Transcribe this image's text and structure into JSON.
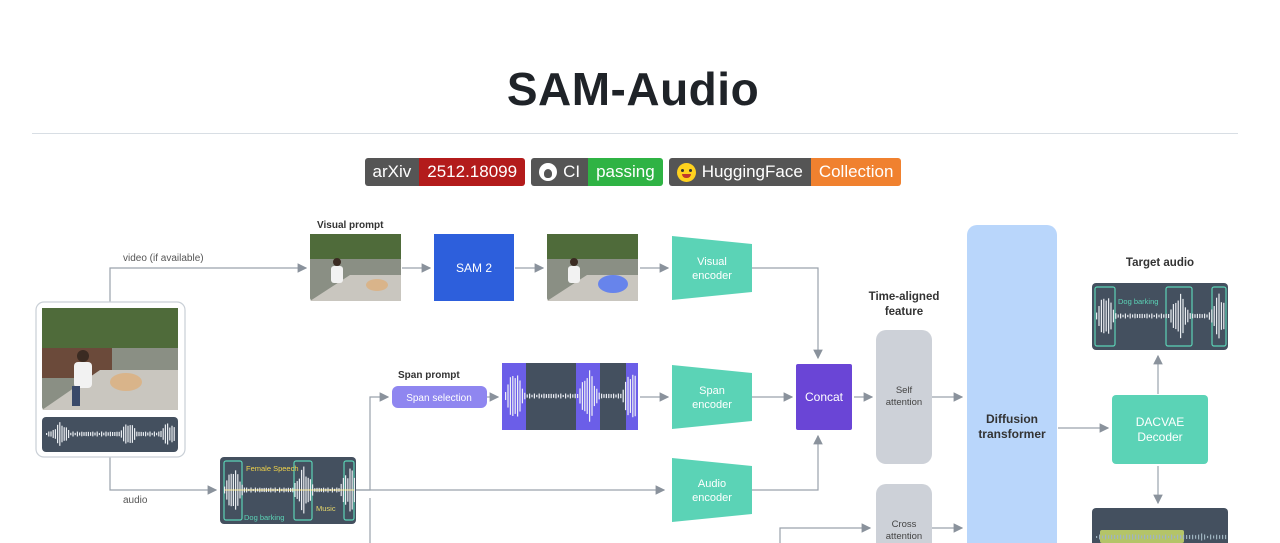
{
  "page": {
    "title": "SAM-Audio"
  },
  "badges": {
    "arxiv": {
      "label": "arXiv",
      "value": "2512.18099"
    },
    "ci": {
      "label": "CI",
      "value": "passing"
    },
    "hf": {
      "label": "HuggingFace",
      "value": "Collection"
    }
  },
  "diagram": {
    "visual_prompt": "Visual prompt",
    "video_label": "video (if available)",
    "sam2": "SAM 2",
    "visual_encoder": [
      "Visual",
      "encoder"
    ],
    "span_prompt": "Span prompt",
    "span_selection": "Span selection",
    "span_encoder": [
      "Span",
      "encoder"
    ],
    "audio_label": "audio",
    "female_speech": "Female Speech",
    "music": "Music",
    "dog_barking": "Dog barking",
    "audio_encoder": [
      "Audio",
      "encoder"
    ],
    "concat": "Concat",
    "time_aligned": [
      "Time-aligned",
      "feature"
    ],
    "self_attention": [
      "Self",
      "attention"
    ],
    "cross_attention": [
      "Cross",
      "attention"
    ],
    "diffusion": [
      "Diffusion",
      "transformer"
    ],
    "target_audio": "Target audio",
    "target_dog": "Dog barking",
    "dacvae": [
      "DACVAE",
      "Decoder"
    ]
  },
  "colors": {
    "sam_blue": "#2d5fdc",
    "encoder_teal": "#5bd3b6",
    "concat_purple": "#6a45d6",
    "attention_gray": "#cdd1d8",
    "diffusion_blue": "#b9d6fb",
    "wave_dark": "#44505f",
    "span_violet": "#8f86f0"
  }
}
